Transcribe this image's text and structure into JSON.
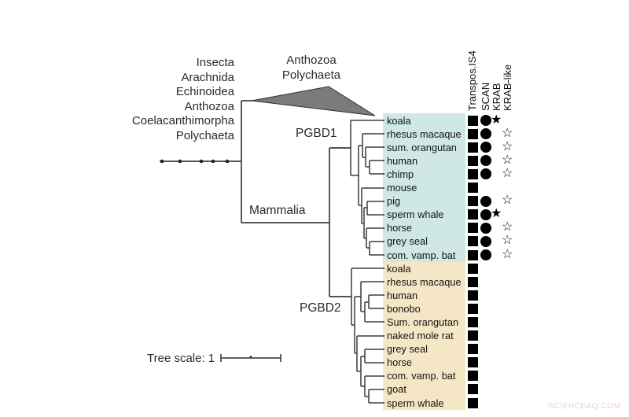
{
  "figure": {
    "watermark": "SCIENCEAQ.COM",
    "tree_scale_label": "Tree scale: 1",
    "labels": {
      "pgbd1": "PGBD1",
      "pgbd2": "PGBD2",
      "mammalia": "Mammalia"
    },
    "collapsed_clade_label": [
      "Anthozoa",
      "Polychaeta"
    ],
    "outgroup_taxa": [
      "Insecta",
      "Arachnida",
      "Echinoidea",
      "Anthozoa",
      "Coelacanthimorpha",
      "Polychaeta"
    ],
    "columns": [
      "Transpos.IS4",
      "SCAN",
      "KRAB",
      "KRAB-like"
    ],
    "colors": {
      "pgbd1_bg": "#cfe8e3",
      "pgbd2_bg": "#f5e7c6",
      "triangle": "#7b7b7b",
      "line": "#3c3c3c",
      "watermark": "#f2cdcd"
    },
    "pgbd1": {
      "rows": [
        {
          "label": "koala",
          "transpos": true,
          "scan": true,
          "krab": "filled-star",
          "krab_like": null
        },
        {
          "label": "rhesus macaque",
          "transpos": true,
          "scan": true,
          "krab": null,
          "krab_like": "open-star"
        },
        {
          "label": "sum. orangutan",
          "transpos": true,
          "scan": true,
          "krab": null,
          "krab_like": "open-star"
        },
        {
          "label": "human",
          "transpos": true,
          "scan": true,
          "krab": null,
          "krab_like": "open-star"
        },
        {
          "label": "chimp",
          "transpos": true,
          "scan": true,
          "krab": null,
          "krab_like": "open-star"
        },
        {
          "label": "mouse",
          "transpos": true,
          "scan": false,
          "krab": null,
          "krab_like": null
        },
        {
          "label": "pig",
          "transpos": true,
          "scan": true,
          "krab": null,
          "krab_like": "open-star"
        },
        {
          "label": "sperm whale",
          "transpos": true,
          "scan": true,
          "krab": "filled-star",
          "krab_like": null
        },
        {
          "label": "horse",
          "transpos": true,
          "scan": true,
          "krab": null,
          "krab_like": "open-star"
        },
        {
          "label": "grey seal",
          "transpos": true,
          "scan": true,
          "krab": null,
          "krab_like": "open-star"
        },
        {
          "label": "com. vamp. bat",
          "transpos": true,
          "scan": true,
          "krab": null,
          "krab_like": "open-star"
        }
      ]
    },
    "pgbd2": {
      "rows": [
        {
          "label": "koala",
          "transpos": true,
          "scan": false,
          "krab": null,
          "krab_like": null
        },
        {
          "label": "rhesus macaque",
          "transpos": true,
          "scan": false,
          "krab": null,
          "krab_like": null
        },
        {
          "label": "human",
          "transpos": true,
          "scan": false,
          "krab": null,
          "krab_like": null
        },
        {
          "label": "bonobo",
          "transpos": true,
          "scan": false,
          "krab": null,
          "krab_like": null
        },
        {
          "label": "Sum. orangutan",
          "transpos": true,
          "scan": false,
          "krab": null,
          "krab_like": null
        },
        {
          "label": "naked mole rat",
          "transpos": true,
          "scan": false,
          "krab": null,
          "krab_like": null
        },
        {
          "label": "grey seal",
          "transpos": true,
          "scan": false,
          "krab": null,
          "krab_like": null
        },
        {
          "label": "horse",
          "transpos": true,
          "scan": false,
          "krab": null,
          "krab_like": null
        },
        {
          "label": "com. vamp. bat",
          "transpos": true,
          "scan": false,
          "krab": null,
          "krab_like": null
        },
        {
          "label": "goat",
          "transpos": true,
          "scan": false,
          "krab": null,
          "krab_like": null
        },
        {
          "label": "sperm whale",
          "transpos": true,
          "scan": false,
          "krab": null,
          "krab_like": null
        }
      ]
    }
  }
}
